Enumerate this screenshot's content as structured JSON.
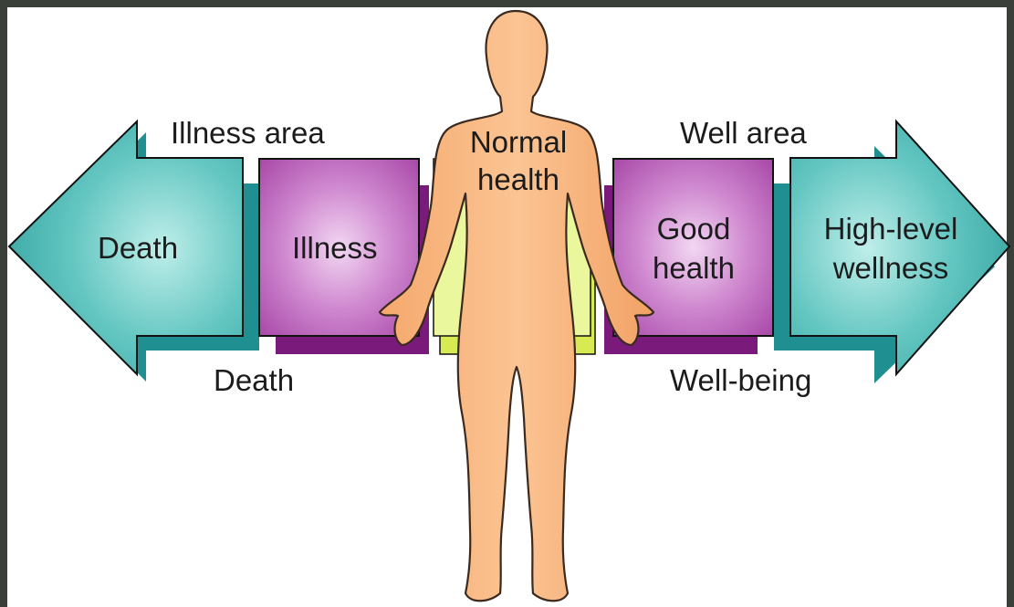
{
  "header": {
    "illness_area": "Illness area",
    "well_area": "Well area"
  },
  "footer": {
    "death": "Death",
    "well_being": "Well-being"
  },
  "continuum": {
    "death": "Death",
    "illness": "Illness",
    "normal_health_line1": "Normal",
    "normal_health_line2": "health",
    "good_health_line1": "Good",
    "good_health_line2": "health",
    "high_level_line1": "High-level",
    "high_level_line2": "wellness"
  },
  "colors": {
    "teal_arrow": "#5ec6c0",
    "teal_shadow": "#1f8f92",
    "purple_box": "#c472c4",
    "purple_shadow": "#7a1a7a",
    "yellow_green": "#e4f27a",
    "skin": "#f7b27c",
    "background_panel": "#ffffff",
    "frame": "#3a3f3a"
  },
  "icons": {
    "left_arrow": "left-arrow-icon",
    "right_arrow": "right-arrow-icon",
    "human_figure": "human-figure-icon"
  }
}
